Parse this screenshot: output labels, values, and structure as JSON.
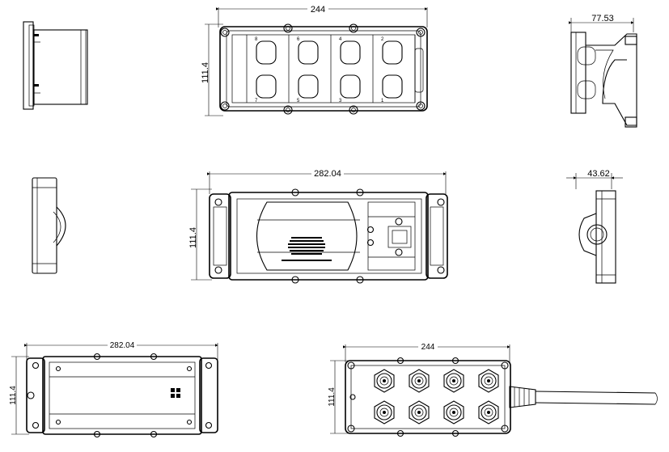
{
  "dimensions": {
    "top_width": "244",
    "top_height": "111.4",
    "side_depth": "77.53",
    "mid_width": "282.04",
    "mid_height": "111.4",
    "side_depth_small": "43.62",
    "bottom_left_width": "282.04",
    "bottom_left_height": "111.4",
    "bottom_right_width": "244",
    "bottom_right_height": "111.4"
  },
  "port_numbers": [
    "8",
    "6",
    "4",
    "2",
    "7",
    "5",
    "3",
    "1"
  ]
}
